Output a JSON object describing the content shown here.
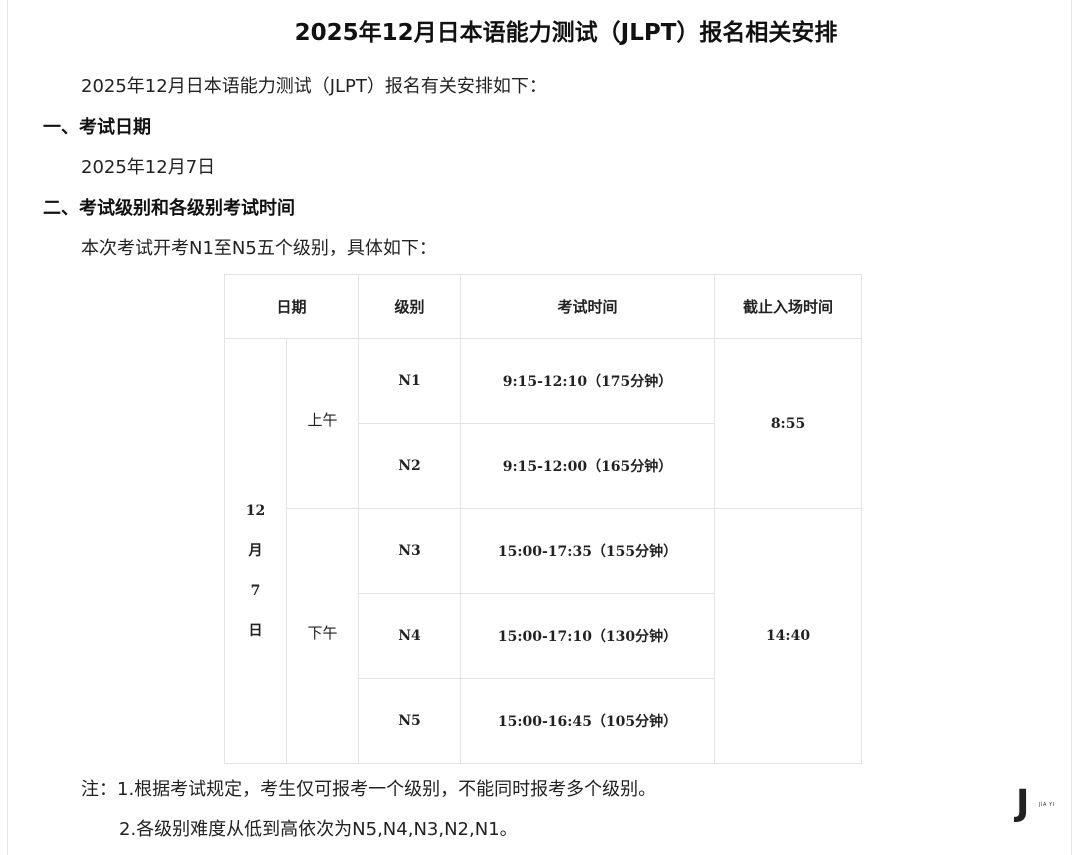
{
  "document": {
    "title": "2025年12月日本语能力测试（JLPT）报名相关安排",
    "intro": "2025年12月日本语能力测试（JLPT）报名有关安排如下：",
    "section1_heading": "一、考试日期",
    "section1_text": "2025年12月7日",
    "section2_heading": "二、考试级别和各级别考试时间",
    "section2_text": "本次考试开考N1至N5五个级别，具体如下：",
    "note1": "注：1.根据考试规定，考生仅可报考一个级别，不能同时报考多个级别。",
    "note2": "2.各级别难度从低到高依次为N5,N4,N3,N2,N1。"
  },
  "table": {
    "headers": [
      "日期",
      "级别",
      "考试时间",
      "截止入场时间"
    ],
    "date_chars": [
      "12",
      "月",
      "7",
      "日"
    ],
    "morning_label": "上午",
    "afternoon_label": "下午",
    "rows": [
      {
        "level": "N1",
        "time": "9:15-12:10（175分钟）"
      },
      {
        "level": "N2",
        "time": "9:15-12:00（165分钟）"
      },
      {
        "level": "N3",
        "time": "15:00-17:35（155分钟）"
      },
      {
        "level": "N4",
        "time": "15:00-17:10（130分钟）"
      },
      {
        "level": "N5",
        "time": "15:00-16:45（105分钟）"
      }
    ],
    "morning_cutoff": "8:55",
    "afternoon_cutoff": "14:40"
  },
  "logo": {
    "mark": "J",
    "sub": "JIA YI"
  }
}
